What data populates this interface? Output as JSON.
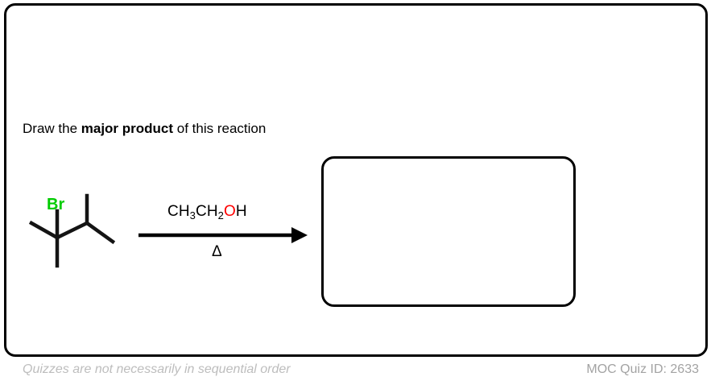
{
  "card": {
    "prompt_prefix": "Draw the ",
    "prompt_emphasis": "major product",
    "prompt_suffix": " of this reaction"
  },
  "reaction": {
    "substrate": {
      "name": "2-bromo-2,3-dimethylbutane",
      "halogen_label": "Br",
      "halogen_color": "#00cc00"
    },
    "reagent_above_arrow": {
      "part1": "CH",
      "sub1": "3",
      "part2": "CH",
      "sub2": "2",
      "oxygen": "O",
      "part3": "H",
      "oxygen_color": "#ff0000"
    },
    "reagent_below_arrow": "Δ",
    "arrow": "reaction-arrow-right"
  },
  "answer": {
    "value": "",
    "placeholder": ""
  },
  "footer": {
    "note": "Quizzes are not necessarily in sequential order",
    "quiz_id_label": "MOC Quiz ID: 2633"
  }
}
